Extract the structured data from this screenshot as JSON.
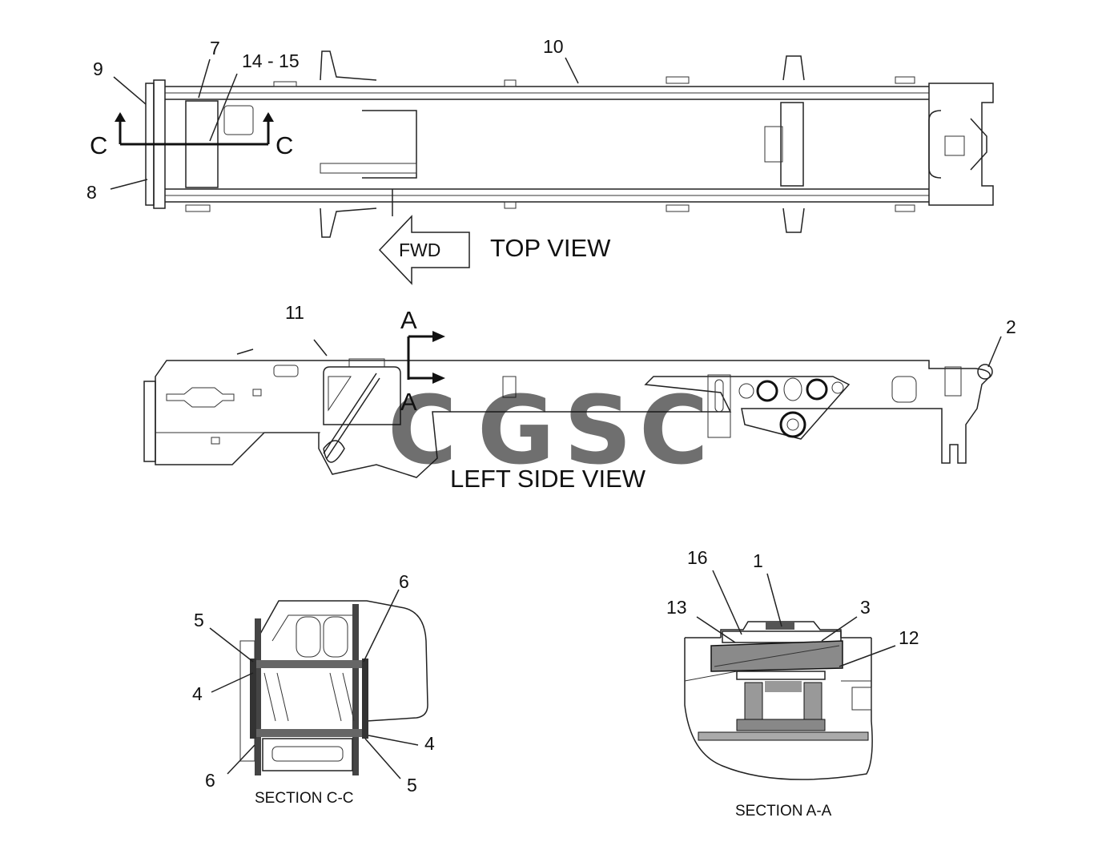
{
  "views": {
    "top_view": "TOP VIEW",
    "left_side_view": "LEFT SIDE VIEW",
    "section_cc": "SECTION C-C",
    "section_aa": "SECTION A-A"
  },
  "direction": {
    "fwd": "FWD"
  },
  "section_markers": {
    "c": "C",
    "a": "A"
  },
  "callouts": {
    "c1": "1",
    "c2": "2",
    "c3": "3",
    "c4": "4",
    "c5": "5",
    "c6": "6",
    "c7": "7",
    "c8": "8",
    "c9": "9",
    "c10": "10",
    "c11": "11",
    "c12": "12",
    "c13": "13",
    "c14_15": "14 - 15",
    "c16": "16"
  },
  "watermark": {
    "letters": [
      "C",
      "G",
      "S",
      "C"
    ],
    "colors": [
      "#4285f4",
      "#ea4335",
      "#fbbc05",
      "#34a853"
    ]
  }
}
